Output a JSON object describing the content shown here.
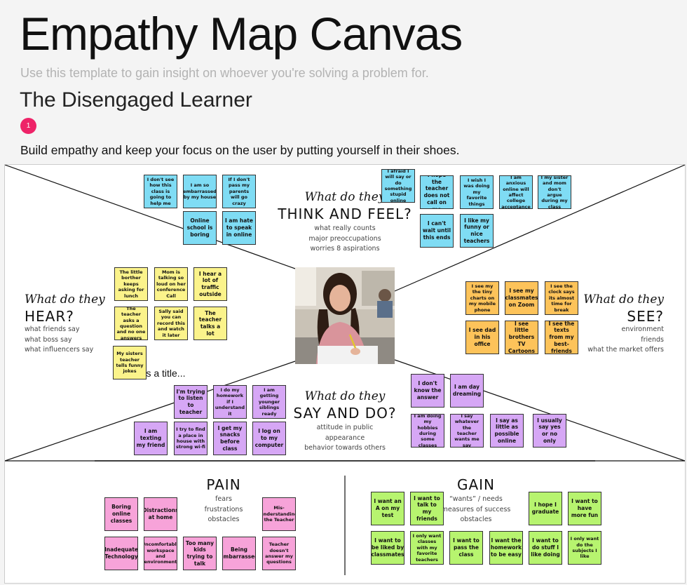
{
  "header": {
    "title": "Empathy Map Canvas",
    "subtitle": "Use this template to gain insight on whoever you're solving a problem for.",
    "persona": "The Disengaged Learner",
    "badge": "1",
    "description": "Build empathy and keep your focus on the user by putting yourself in their shoes."
  },
  "sections": {
    "think": {
      "script": "What do they",
      "heading": "THINK AND FEEL?",
      "sub": [
        "what really counts",
        "major preoccupations",
        "worries 8 aspirations"
      ]
    },
    "hear": {
      "script": "What do they",
      "heading": "HEAR?",
      "sub": [
        "what friends say",
        "what boss say",
        "what influencers say"
      ]
    },
    "see": {
      "script": "What do they",
      "heading": "SEE?",
      "sub": [
        "environment",
        "friends",
        "what the market offers"
      ]
    },
    "say": {
      "script": "What do they",
      "heading": "SAY AND DO?",
      "sub": [
        "attitude in public",
        "appearance",
        "behavior towards others"
      ]
    },
    "pain": {
      "heading": "PAIN",
      "sub": [
        "fears",
        "frustrations",
        "obstacles"
      ]
    },
    "gain": {
      "heading": "GAIN",
      "sub": [
        "“wants” / needs",
        "measures of success",
        "obstacles"
      ]
    }
  },
  "loose_text": "This is a title...",
  "notes": {
    "think": [
      "I don't see how this class is going to help me",
      "I am so embarrassed by my house",
      "If I don't pass my parents will go crazy",
      "Online school is boring",
      "I am hate to speak in online",
      "I afraid I will say or do something stupid online",
      "I hope the teacher does not call on me",
      "I wish I was doing my favorite things",
      "I am anxious online will affect college acceptance",
      "I my sister and mom don't argue during my class",
      "I can't wait until this ends",
      "I like my funny or nice teachers"
    ],
    "hear": [
      "The little borther keeps asking for lunch",
      "Mom is talking so loud on her conference Call",
      "I hear a lot of traffic outside",
      "The teacher asks a question and no one answers",
      "Sally said you can record this and watch it later",
      "The teacher talks a lot",
      "My sisters teacher tells funny jokes"
    ],
    "see": [
      "I see my the tiny charts on my mobile phone",
      "I see my classmates on Zoom",
      "I see the clock says its almost time for break",
      "I see dad in his office",
      "I see little brothers TV Cartoons",
      "I see the texts from my best-friends"
    ],
    "say": [
      "I'm trying to listen to teacher",
      "I do my homework if I understand it",
      "I am getting younger siblings ready",
      "I am texting my friend",
      "I try to find a place in house with strong wi-fi",
      "I get my snacks before class",
      "I log on to my computer",
      "I don't know the answer",
      "I am day dreaming",
      "I am doing my hobbies during some classes",
      "I say whatever the teacher wants me say",
      "I say as little as possible online",
      "I usually say yes or no only"
    ],
    "pain": [
      "Boring online classes",
      "Distractions at home",
      "Mis-understanding the Teacher",
      "Inadequate Technology",
      "Uncomfortable workspace and environment",
      "Too many kids trying to talk",
      "Being embarrassed",
      "Teacher doesn't answer my questions"
    ],
    "gain": [
      "I want an A on my test",
      "I want to talk to my friends",
      "I hope I graduate",
      "I want to have more fun",
      "I want to be liked by classmates",
      "I only want classes with my favorite teachers",
      "I want to pass the class",
      "I want the homework to be easy",
      "I want to do stuff I like doing",
      "I only want do the subjects I like"
    ]
  },
  "colors": {
    "think": "#7fdcf4",
    "hear": "#fbf38b",
    "see": "#fdc35a",
    "say": "#d6a7f5",
    "pain": "#f7a3d9",
    "gain": "#b7f46f",
    "badge": "#ee2368"
  }
}
